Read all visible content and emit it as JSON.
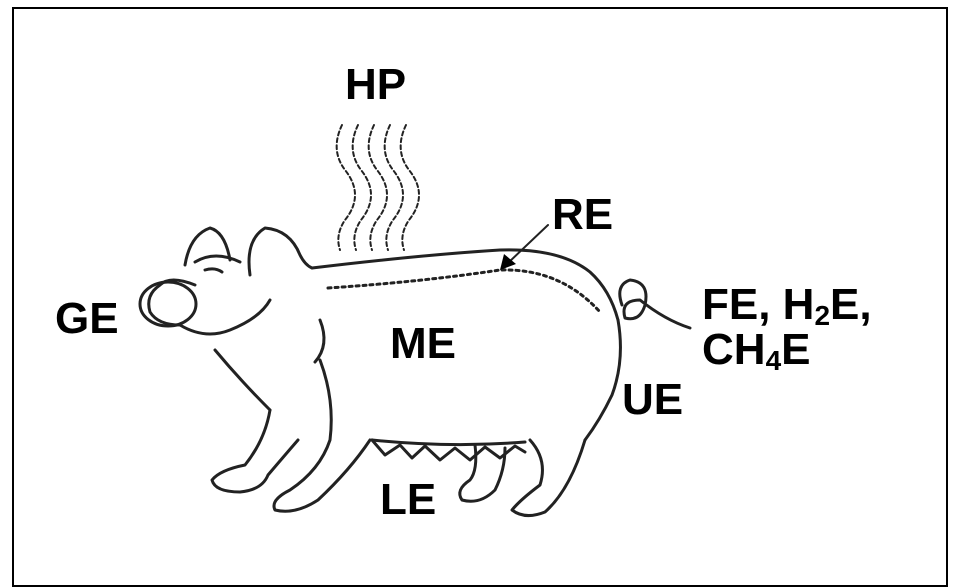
{
  "labels": {
    "hp": "HP",
    "re": "RE",
    "ge": "GE",
    "me": "ME",
    "ue": "UE",
    "le": "LE",
    "fe": "FE, H",
    "h2_sub": "2",
    "e_comma": "E,",
    "ch": "CH",
    "ch4_sub": "4",
    "ch_e": "E"
  }
}
